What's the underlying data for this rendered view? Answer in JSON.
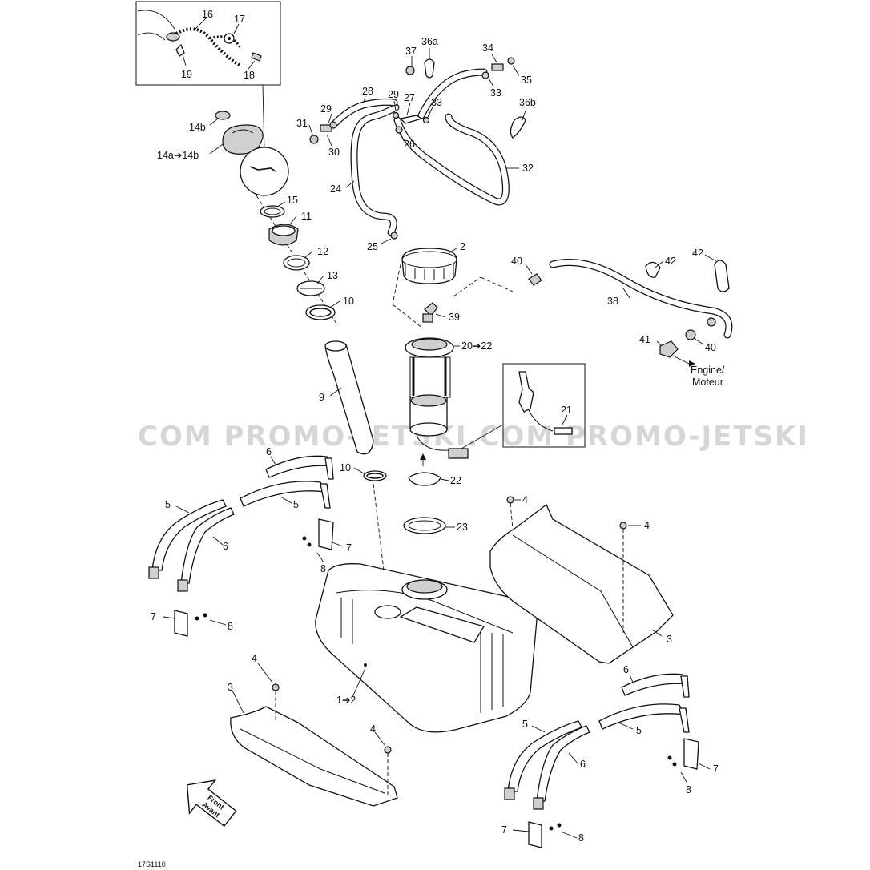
{
  "diagram_code": "17S1110",
  "watermark_text": "COM   PROMO-JETSKI.COM   PROMO-JETSKI",
  "direction_label": {
    "line1": "Front",
    "line2": "Avant"
  },
  "engine_label": {
    "line1": "Engine/",
    "line2": "Moteur"
  },
  "callouts": {
    "c16": "16",
    "c17": "17",
    "c19": "19",
    "c18": "18",
    "c14b": "14b",
    "c14a14b": "14a➔14b",
    "c15": "15",
    "c11": "11",
    "c12": "12",
    "c13": "13",
    "c10a": "10",
    "c9": "9",
    "c10b": "10",
    "c37": "37",
    "c36a": "36a",
    "c34": "34",
    "c35": "35",
    "c33a": "33",
    "c36b": "36b",
    "c28": "28",
    "c29a": "29",
    "c27": "27",
    "c33b": "33",
    "c29b": "29",
    "c31": "31",
    "c30": "30",
    "c26": "26",
    "c32": "32",
    "c24": "24",
    "c25": "25",
    "c2": "2",
    "c40a": "40",
    "c42a": "42",
    "c42b": "42",
    "c38": "38",
    "c39": "39",
    "c20": "20➔22",
    "c41": "41",
    "c40b": "40",
    "c21": "21",
    "c22": "22",
    "c23": "23",
    "c6a": "6",
    "c5a": "5",
    "c5b": "5",
    "c6b": "6",
    "c7a": "7",
    "c8a": "8",
    "c7b": "7",
    "c8b": "8",
    "c4a": "4",
    "c4b": "4",
    "c3a": "3",
    "c4c": "4",
    "c3b": "3",
    "c1": "1➔2",
    "c4d": "4",
    "c6c": "6",
    "c5c": "5",
    "c5d": "5",
    "c6d": "6",
    "c7c": "7",
    "c8c": "8",
    "c7d": "7",
    "c8d": "8"
  }
}
